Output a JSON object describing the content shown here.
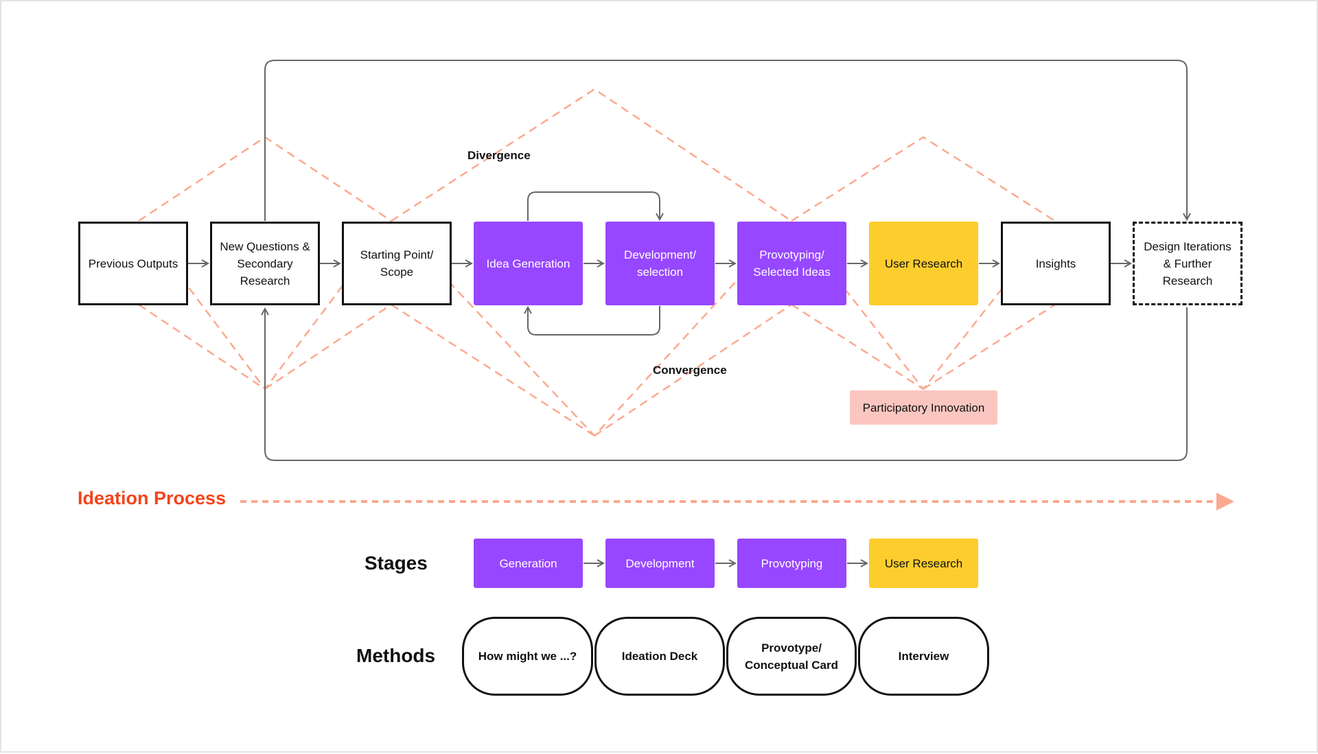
{
  "diagram": {
    "labels": {
      "divergence": "Divergence",
      "convergence": "Convergence"
    },
    "flow": [
      {
        "id": "previous-outputs",
        "label": "Previous Outputs",
        "style": "outline"
      },
      {
        "id": "new-questions",
        "label": "New Questions &\nSecondary\nResearch",
        "style": "outline"
      },
      {
        "id": "starting-point",
        "label": "Starting Point/\nScope",
        "style": "outline"
      },
      {
        "id": "idea-generation",
        "label": "Idea Generation",
        "style": "purple"
      },
      {
        "id": "development-selection",
        "label": "Development/\nselection",
        "style": "purple"
      },
      {
        "id": "provotyping-selected",
        "label": "Provotyping/\nSelected Ideas",
        "style": "purple"
      },
      {
        "id": "user-research",
        "label": "User Research",
        "style": "yellow"
      },
      {
        "id": "insights",
        "label": "Insights",
        "style": "outline"
      },
      {
        "id": "design-iterations",
        "label": "Design Iterations\n& Further\nResearch",
        "style": "dashed"
      }
    ],
    "participatory_innovation": "Participatory Innovation"
  },
  "process": {
    "title": "Ideation Process"
  },
  "stages": {
    "title": "Stages",
    "items": [
      {
        "label": "Generation",
        "style": "purple"
      },
      {
        "label": "Development",
        "style": "purple"
      },
      {
        "label": "Provotyping",
        "style": "purple"
      },
      {
        "label": "User Research",
        "style": "yellow"
      }
    ]
  },
  "methods": {
    "title": "Methods",
    "items": [
      {
        "label": "How might we ...?"
      },
      {
        "label": "Ideation Deck"
      },
      {
        "label": "Provotype/\nConceptual Card"
      },
      {
        "label": "Interview"
      }
    ]
  },
  "colors": {
    "purple": "#9747ff",
    "yellow": "#fdcd2e",
    "pink": "#fbc6c0",
    "dashed_salmon": "#fba98f",
    "process_orange": "#f2451c",
    "line_gray": "#666666"
  }
}
